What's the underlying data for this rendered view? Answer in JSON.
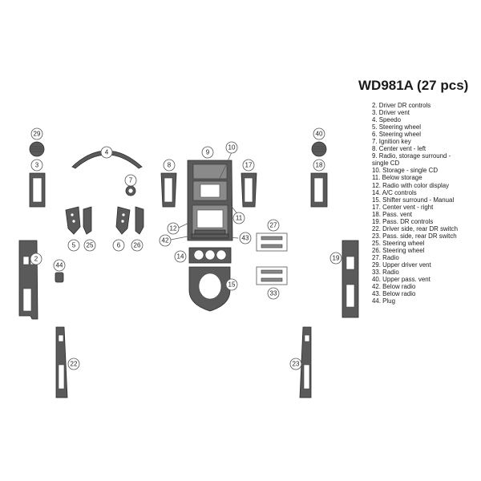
{
  "kit": {
    "title": "WD981A (27 pcs)"
  },
  "legend": [
    "2. Driver DR controls",
    "3. Driver vent",
    "4. Speedo",
    "5. Steering wheel",
    "6. Steering wheel",
    "7. Ignition key",
    "8. Center vent - left",
    "9. Radio, storage surround -",
    "single  CD",
    "10. Storage - single  CD",
    "11. Below storage",
    "12. Radio with color display",
    "14. A/C controls",
    "15. Shifter surround - Manual",
    "17. Center vent - right",
    "18. Pass. vent",
    "19. Pass. DR controls",
    "22. Driver side, rear DR switch",
    "23. Pass. side, rear DR switch",
    "25. Steering wheel",
    "26. Steering wheel",
    "27. Radio",
    "29. Upper driver vent",
    "33. Radio",
    "40. Upper pass. vent",
    "42. Below radio",
    "43. Below radio",
    "44. Plug"
  ],
  "callouts": [
    "29",
    "40",
    "4",
    "9",
    "10",
    "3",
    "7",
    "8",
    "17",
    "18",
    "12",
    "11",
    "42",
    "43",
    "27",
    "5",
    "25",
    "6",
    "26",
    "14",
    "44",
    "2",
    "19",
    "15",
    "33",
    "22",
    "23"
  ],
  "colors": {
    "part_fill": "#5a5a5a",
    "part_outline": "#2b2b2b",
    "callout_outline": "#555555",
    "background": "#ffffff"
  }
}
